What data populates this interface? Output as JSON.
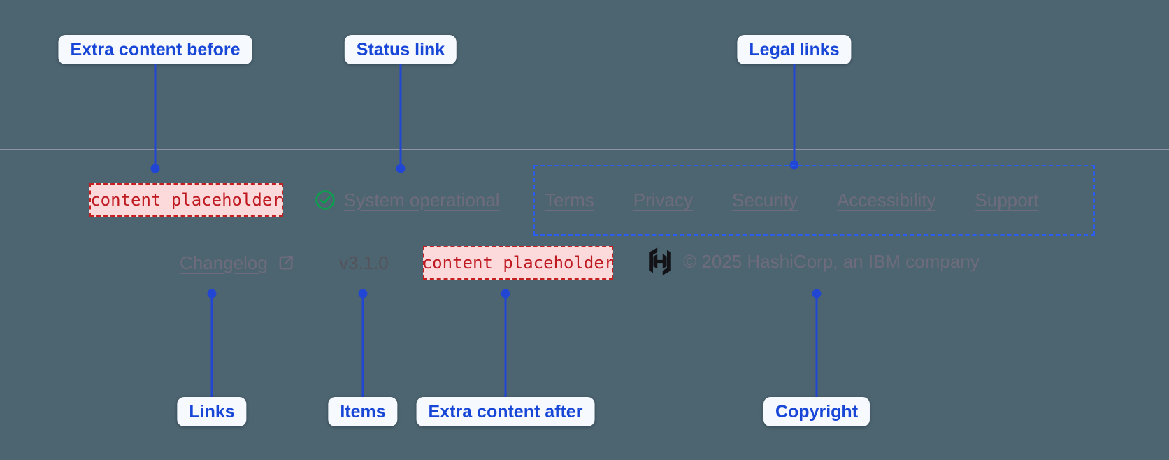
{
  "colors": {
    "background": "#4D6570",
    "annotation_blue": "#1847D8",
    "connector_blue": "#2246D4",
    "label_pill_bg": "#F6F9FE",
    "legal_box_border": "#2B5CF0",
    "placeholder_bg": "#FCD9DA",
    "placeholder_border": "#C51F1F",
    "placeholder_text": "#BF1A22",
    "link_gray": "#6E6C7C",
    "version_gray": "#54535C",
    "status_green": "#0AA04E",
    "logo_black": "#121217",
    "divider": "#C4BCCE"
  },
  "annotations": {
    "top": [
      {
        "id": "extra-content-before",
        "label": "Extra content before"
      },
      {
        "id": "status-link",
        "label": "Status link"
      },
      {
        "id": "legal-links",
        "label": "Legal links"
      }
    ],
    "bottom": [
      {
        "id": "links",
        "label": "Links"
      },
      {
        "id": "items",
        "label": "Items"
      },
      {
        "id": "extra-content-after",
        "label": "Extra content after"
      },
      {
        "id": "copyright",
        "label": "Copyright"
      }
    ]
  },
  "footer": {
    "extra_content_before": {
      "text": "content placeholder"
    },
    "status_link": {
      "label": "System operational",
      "icon": "check-circle-icon"
    },
    "legal_links": {
      "links": [
        "Terms",
        "Privacy",
        "Security",
        "Accessibility",
        "Support"
      ]
    },
    "links": {
      "changelog_label": "Changelog",
      "external_icon": "external-link-icon"
    },
    "items": {
      "version_label": "v3.1.0"
    },
    "extra_content_after": {
      "text": "content placeholder"
    },
    "copyright": {
      "logo_icon": "hashicorp-logo-icon",
      "text": "© 2025 HashiCorp, an IBM company"
    }
  }
}
